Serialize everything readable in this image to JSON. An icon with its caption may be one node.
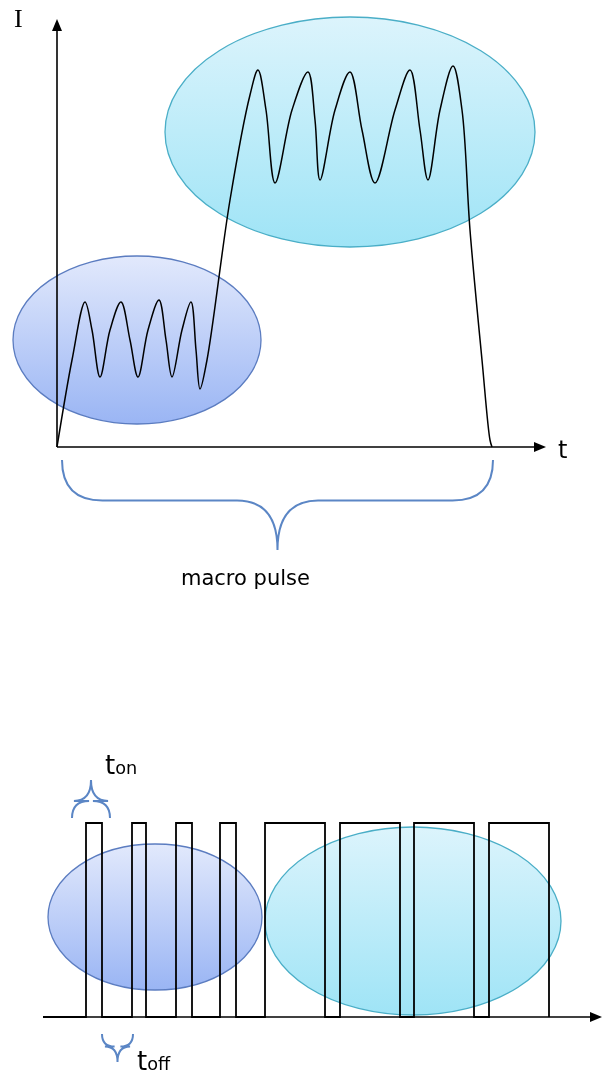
{
  "diagram": {
    "labels": [
      "I",
      "t",
      "macro pulse",
      "t$_{on}$",
      "t$_{off}$"
    ]
  }
}
